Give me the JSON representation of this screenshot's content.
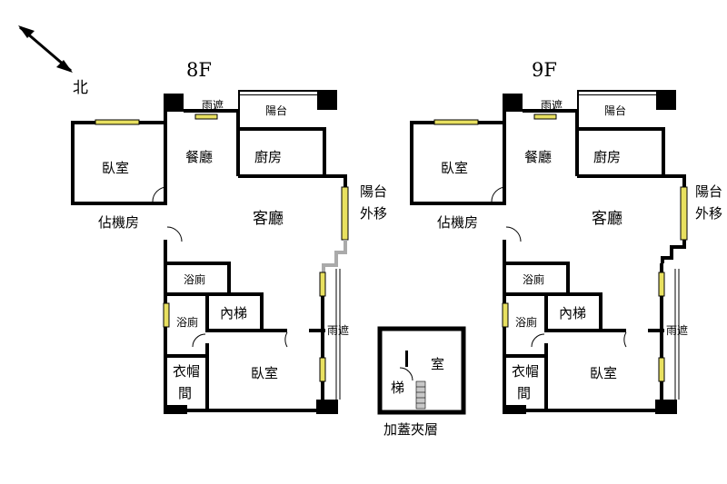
{
  "compass": {
    "north_label": "北"
  },
  "floor8": {
    "title": "8F",
    "rooms": {
      "bedroom_nw": "臥室",
      "dining": "餐廳",
      "kitchen": "廚房",
      "balcony": "陽台",
      "rain_shelter_top": "雨遮",
      "living": "客廳",
      "balcony_moved_1": "陽台",
      "balcony_moved_2": "外移",
      "machine_room": "佔機房",
      "bath1": "浴廁",
      "bath2": "浴廁",
      "inner_stair": "內梯",
      "rain_shelter_right": "雨遮",
      "closet_1": "衣帽",
      "closet_2": "間",
      "bedroom_s": "臥室"
    }
  },
  "floor9": {
    "title": "9F",
    "rooms": {
      "bedroom_nw": "臥室",
      "dining": "餐廳",
      "kitchen": "廚房",
      "balcony": "陽台",
      "rain_shelter_top": "雨遮",
      "living": "客廳",
      "balcony_moved_1": "陽台",
      "balcony_moved_2": "外移",
      "machine_room": "佔機房",
      "bath1": "浴廁",
      "bath2": "浴廁",
      "inner_stair": "內梯",
      "rain_shelter_right": "雨遮",
      "closet_1": "衣帽",
      "closet_2": "間",
      "bedroom_s": "臥室"
    }
  },
  "mezzanine": {
    "room": "室",
    "stair": "梯",
    "caption": "加蓋夾層"
  },
  "colors": {
    "wall": "#000000",
    "window": "#e8e060",
    "stair_shade": "#c8c8c8"
  }
}
